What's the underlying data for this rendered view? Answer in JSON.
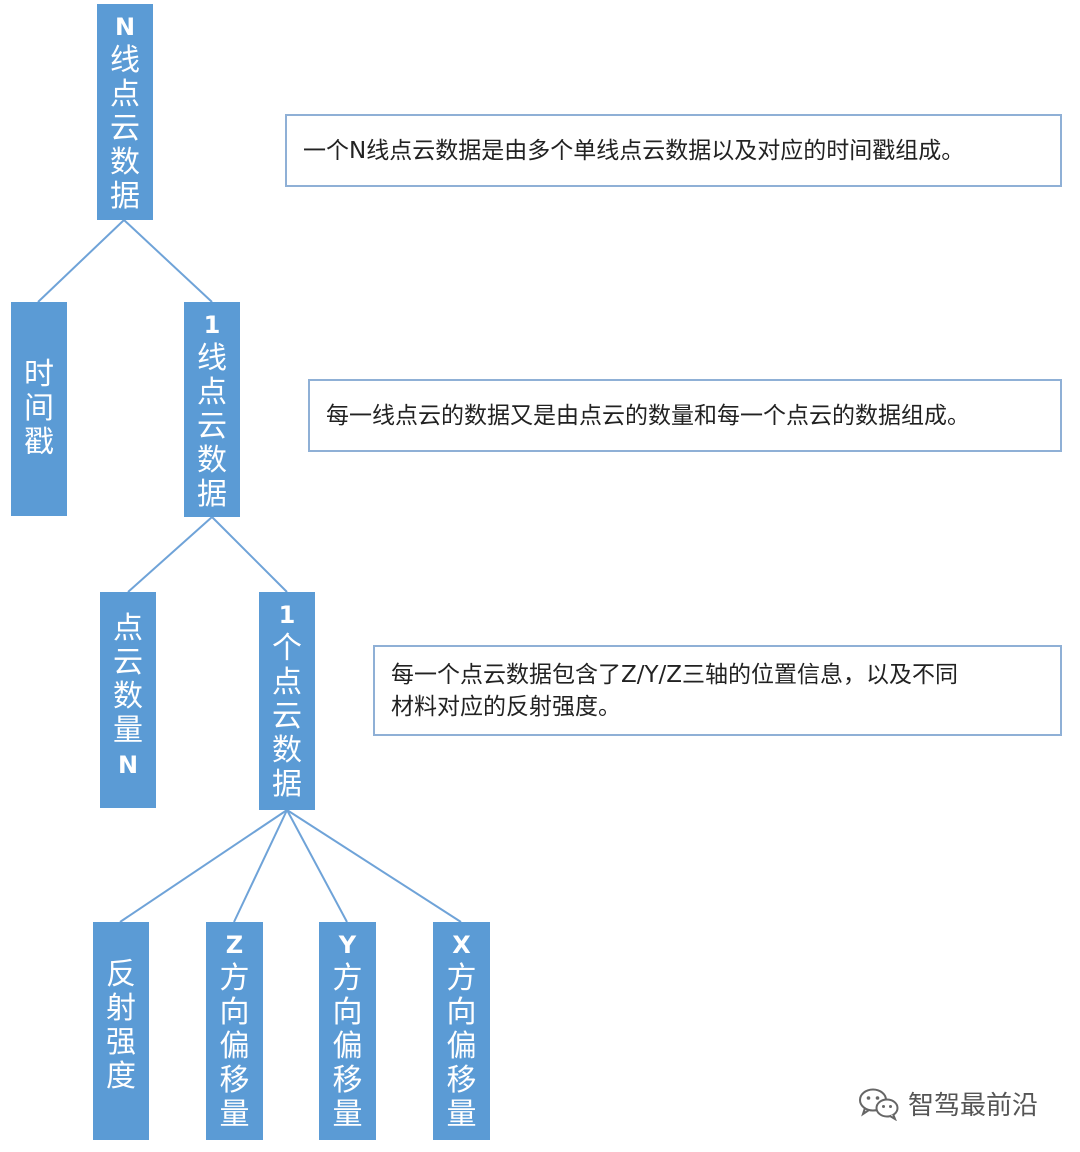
{
  "nodes": {
    "root": "N线点云数据",
    "timestamp": "时间戳",
    "line": "1线点云数据",
    "count": "点云数量N",
    "point": "1个点云数据",
    "intensity": "反射强度",
    "z_offset": "Z方向偏移量",
    "y_offset": "Y方向偏移量",
    "x_offset": "X方向偏移量"
  },
  "notes": {
    "note1": "一个N线点云数据是由多个单线点云数据以及对应的时间戳组成。",
    "note2": "每一线点云的数据又是由点云的数量和每一个点云的数据组成。",
    "note3": "每一个点云数据包含了Z/Y/Z三轴的位置信息，以及不同\n材料对应的反射强度。"
  },
  "watermark": {
    "icon": "wechat-icon",
    "text": "智驾最前沿"
  },
  "colors": {
    "node_fill": "#5b9bd5",
    "edge": "#6fa3d8",
    "note_border": "#8fb0d6"
  }
}
